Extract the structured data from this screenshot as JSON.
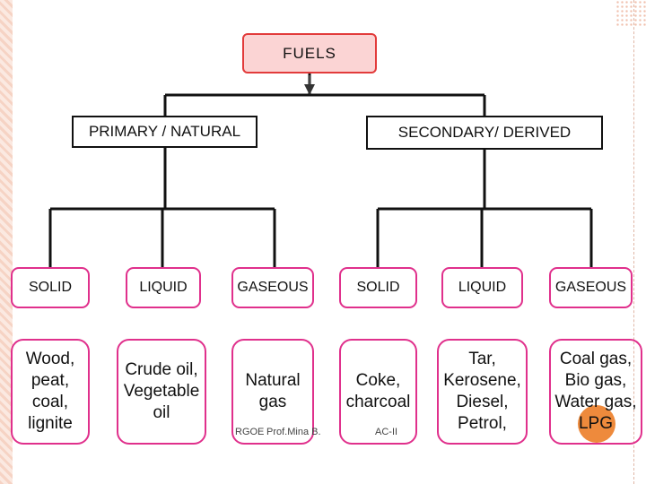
{
  "root": {
    "label": "FUELS"
  },
  "categories": {
    "primary": {
      "label": "PRIMARY / NATURAL"
    },
    "secondary": {
      "label": "SECONDARY/ DERIVED"
    }
  },
  "types": [
    {
      "label": "SOLID",
      "examples": "Wood,\npeat,\ncoal,\nlignite"
    },
    {
      "label": "LIQUID",
      "examples": "Crude oil,\nVegetable\noil"
    },
    {
      "label": "GASEOUS",
      "examples": "Natural\ngas"
    },
    {
      "label": "SOLID",
      "examples": "Coke,\ncharcoal"
    },
    {
      "label": "LIQUID",
      "examples": "Tar,\nKerosene,\nDiesel,\nPetrol,"
    },
    {
      "label": "GASEOUS",
      "examples": "Coal gas,\nBio gas,\nWater gas,",
      "last": "LPG"
    }
  ],
  "footer": {
    "left": "RGOE",
    "center": "Prof.Mina B.",
    "right": "AC-II"
  },
  "colors": {
    "root_fill": "#fbd4d4",
    "root_border": "#e23b3b",
    "type_border": "#e0308c",
    "highlight": "#ee8a3c"
  }
}
